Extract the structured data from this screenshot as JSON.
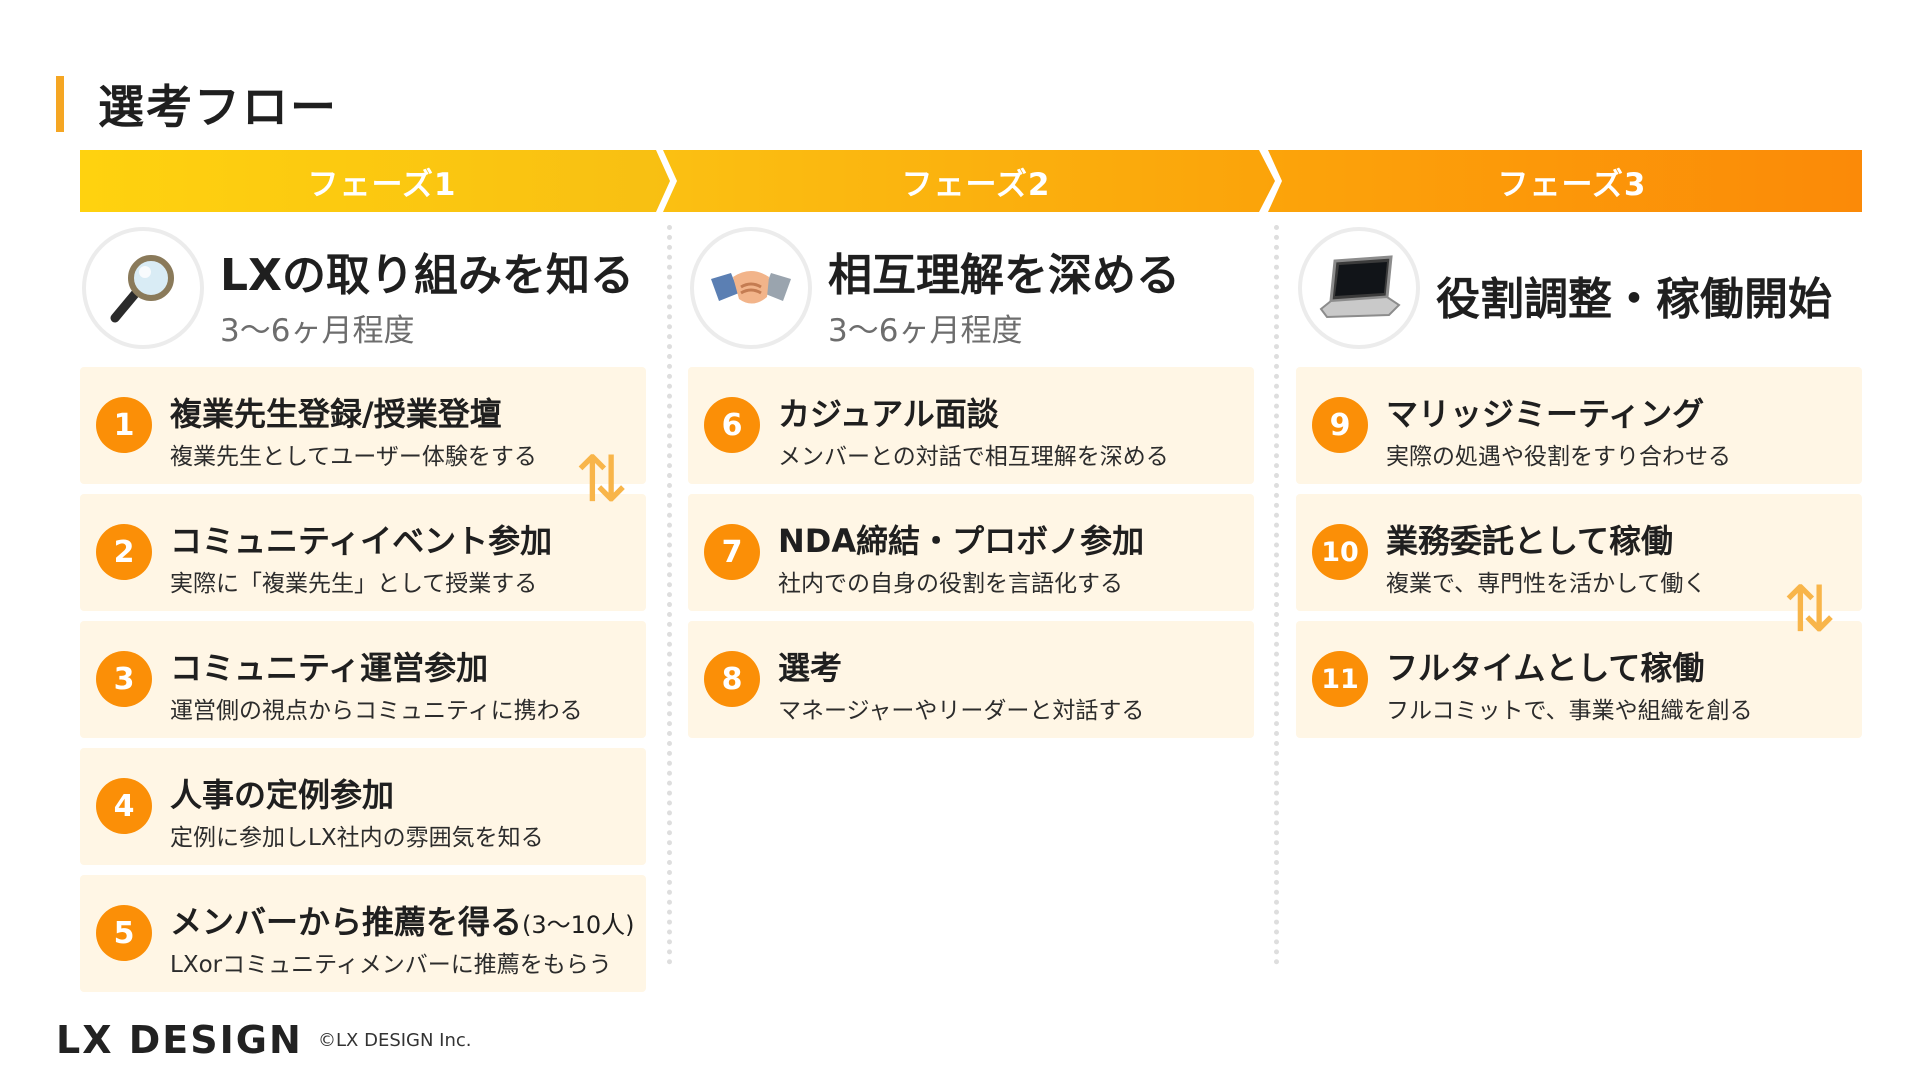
{
  "page": {
    "title": "選考フロー"
  },
  "phases": [
    {
      "label": "フェーズ1"
    },
    {
      "label": "フェーズ2"
    },
    {
      "label": "フェーズ3"
    }
  ],
  "columns": [
    {
      "icon": "magnifier-icon",
      "title": "LXの取り組みを知る",
      "subtitle": "3〜6ヶ月程度",
      "steps": [
        {
          "num": "1",
          "title": "複業先生登録/授業登壇",
          "desc": "複業先生としてユーザー体験をする"
        },
        {
          "num": "2",
          "title": "コミュニティイベント参加",
          "desc": "実際に「複業先生」として授業する"
        },
        {
          "num": "3",
          "title": "コミュニティ運営参加",
          "desc": "運営側の視点からコミュニティに携わる"
        },
        {
          "num": "4",
          "title": "人事の定例参加",
          "desc": "定例に参加しLX社内の雰囲気を知る"
        },
        {
          "num": "5",
          "title": "メンバーから推薦を得る",
          "title_suffix": "(3〜10人)",
          "desc": "LXorコミュニティメンバーに推薦をもらう"
        }
      ]
    },
    {
      "icon": "handshake-icon",
      "title": "相互理解を深める",
      "subtitle": "3〜6ヶ月程度",
      "steps": [
        {
          "num": "6",
          "title": "カジュアル面談",
          "desc": "メンバーとの対話で相互理解を深める"
        },
        {
          "num": "7",
          "title": "NDA締結・プロボノ参加",
          "desc": "社内での自身の役割を言語化する"
        },
        {
          "num": "8",
          "title": "選考",
          "desc": "マネージャーやリーダーと対話する"
        }
      ]
    },
    {
      "icon": "laptop-icon",
      "title": "役割調整・稼働開始",
      "steps": [
        {
          "num": "9",
          "title": "マリッジミーティング",
          "desc": "実際の処遇や役割をすり合わせる"
        },
        {
          "num": "10",
          "title": "業務委託として稼働",
          "desc": "複業で、専門性を活かして働く"
        },
        {
          "num": "11",
          "title": "フルタイムとして稼働",
          "desc": "フルコミットで、事業や組織を創る"
        }
      ]
    }
  ],
  "swap_arrows": [
    "⇅",
    "⇅"
  ],
  "footer": {
    "logo": "LX DESIGN",
    "copyright": "©LX DESIGN Inc."
  },
  "colors": {
    "accent": "#f5a623",
    "step_bg": "#fff6e5",
    "badge": "#fb8f07"
  }
}
